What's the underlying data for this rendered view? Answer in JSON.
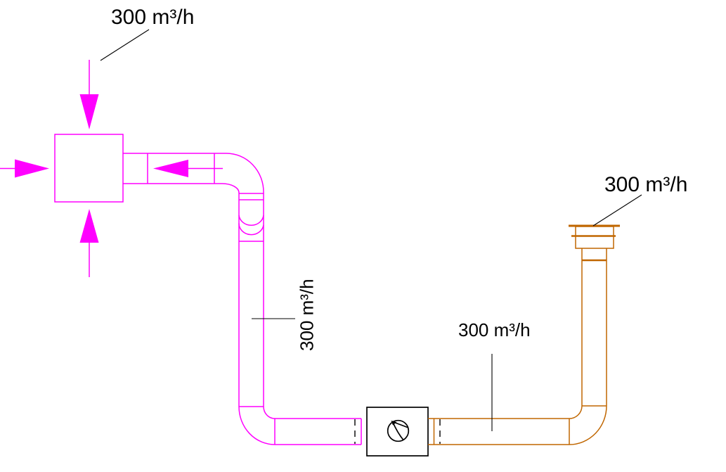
{
  "view": {
    "title": "duct-system-elevation",
    "background": "#ffffff"
  },
  "colors": {
    "supply": "#ff00ff",
    "exhaust": "#c06600",
    "equipment": "#000000",
    "annotation": "#000000"
  },
  "tags": {
    "terminal_flow": "300 m³/h",
    "riser_flow": "300 m³/h",
    "fan_outlet_flow": "300 m³/h",
    "roof_outlet_flow": "300 m³/h"
  }
}
